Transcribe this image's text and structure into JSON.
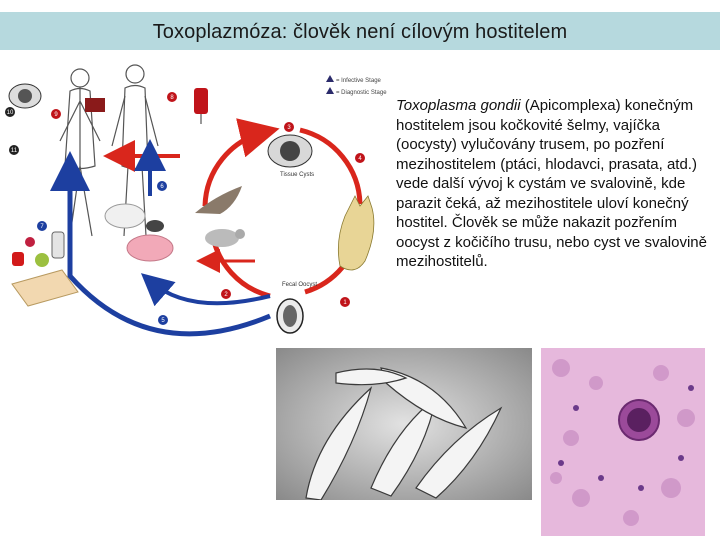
{
  "slide": {
    "title": "Toxoplazmóza: člověk není cílovým hostitelem"
  },
  "text": {
    "species": "Toxoplasma gondii",
    "body": " (Apicomplexa) konečným hostitelem jsou kočkovité šelmy, vajíčka (oocysty) vylučovány trusem, po pozření mezihostitelem (ptáci, hlodavci, prasata, atd.) vede další vývoj k cystám ve svalovině, kde parazit čeká, až mezihostitele uloví konečný hostitel. Člověk se může nakazit pozřením oocyst z kočičího trusu, nebo cyst ve svalovině mezihostitelů."
  },
  "lifecycle": {
    "legend_infective": "= Infective Stage",
    "legend_diagnostic": "= Diagnostic Stage",
    "label_tissue_cysts": "Tissue Cysts",
    "label_fecal_oocyst": "Fecal Oocyst",
    "steps": [
      "1",
      "2",
      "3",
      "4",
      "5",
      "6",
      "7",
      "8",
      "9",
      "10",
      "11"
    ],
    "colors": {
      "arrow_red": "#d9261c",
      "arrow_blue": "#1d3fa0",
      "badge": "#2b2b6b"
    }
  },
  "colors": {
    "title_bar": "#b6d9de",
    "micrograph_bg": "#cfcfcf",
    "histology_bg": "#e6b8dc"
  }
}
